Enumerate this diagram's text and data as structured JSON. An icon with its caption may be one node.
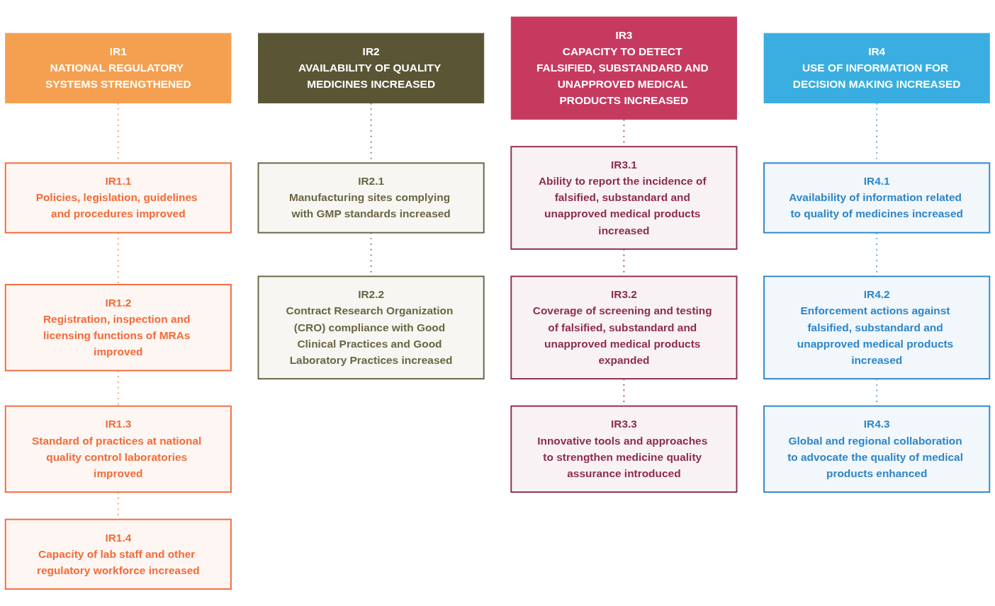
{
  "diagram": {
    "nodes": [
      {
        "text": [
          "IR1",
          "NATIONAL REGULATORY SYSTEMS STRENGTHENED"
        ]
      },
      {
        "text": [
          "IR1.1",
          "Policies, legislation, guidelines and procedures improved"
        ]
      },
      {
        "text": [
          "IR1.2",
          "Registration, inspection and licensing functions of MRAs improved"
        ]
      },
      {
        "text": [
          "IR1.3",
          "Standard of practices at national quality control laboratories improved"
        ]
      },
      {
        "text": [
          "IR1.4",
          "Capacity of lab staff and other regulatory workforce increased"
        ]
      },
      {
        "text": [
          "IR2",
          "AVAILABILITY OF QUALITY MEDICINES INCREASED"
        ]
      },
      {
        "text": [
          "IR2.1",
          "Manufacturing sites complying with GMP standards increased"
        ]
      },
      {
        "text": [
          "IR2.2",
          "Contract Research Organization (CRO) compliance with Good Clinical Practices and Good Laboratory Practices increased"
        ]
      },
      {
        "text": [
          "IR3",
          "CAPACITY TO DETECT FALSIFIED, SUBSTANDARD AND UNAPPROVED MEDICAL PRODUCTS INCREASED"
        ]
      },
      {
        "text": [
          "IR3.1",
          "Ability to report the incidence of falsified, substandard and unapproved medical products increased"
        ]
      },
      {
        "text": [
          "IR3.2",
          "Coverage of screening and testing of falsified, substandard and unapproved medical products expanded"
        ]
      },
      {
        "text": [
          "IR3.3",
          "Innovative tools and approaches to strengthen medicine quality assurance introduced"
        ]
      },
      {
        "text": [
          "IR4",
          "USE OF INFORMATION FOR DECISION MAKING INCREASED"
        ]
      },
      {
        "text": [
          "IR4.1",
          "Availability of information related to quality of medicines increased"
        ]
      },
      {
        "text": [
          "IR4.2",
          "Enforcement actions against falsified, substandard and unapproved medical products increased"
        ]
      },
      {
        "text": [
          "IR4.3",
          "Global and regional collaboration to advocate the quality of medical products enhanced"
        ]
      }
    ],
    "edges": [
      {
        "from": 0,
        "to": 1,
        "arrow": "none",
        "style": "dashed",
        "color": "#f4a07a"
      },
      {
        "from": 1,
        "to": 2,
        "arrow": "none",
        "style": "dashed",
        "color": "#f4a07a"
      },
      {
        "from": 2,
        "to": 3,
        "arrow": "none",
        "style": "dashed",
        "color": "#f4a07a"
      },
      {
        "from": 3,
        "to": 4,
        "arrow": "none",
        "style": "dashed",
        "color": "#f4a07a"
      },
      {
        "from": 5,
        "to": 6,
        "arrow": "none",
        "style": "dashed",
        "color": "#8a8670"
      },
      {
        "from": 6,
        "to": 7,
        "arrow": "none",
        "style": "dashed",
        "color": "#8a8670"
      },
      {
        "from": 8,
        "to": 9,
        "arrow": "none",
        "style": "dashed",
        "color": "#a85070"
      },
      {
        "from": 9,
        "to": 10,
        "arrow": "none",
        "style": "dashed",
        "color": "#a85070"
      },
      {
        "from": 10,
        "to": 11,
        "arrow": "none",
        "style": "dashed",
        "color": "#a85070"
      },
      {
        "from": 12,
        "to": 13,
        "arrow": "none",
        "style": "dashed",
        "color": "#5aa6d8"
      },
      {
        "from": 13,
        "to": 14,
        "arrow": "none",
        "style": "dashed",
        "color": "#5aa6d8"
      },
      {
        "from": 14,
        "to": 15,
        "arrow": "none",
        "style": "dashed",
        "color": "#5aa6d8"
      }
    ]
  }
}
